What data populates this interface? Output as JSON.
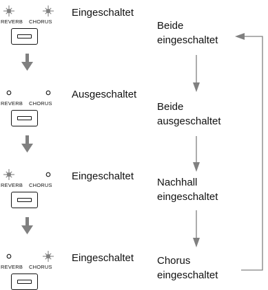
{
  "rows": [
    {
      "reverb_label": "REVERB",
      "chorus_label": "CHORUS",
      "reverb_state": "on",
      "chorus_state": "on",
      "status": "Eingeschaltet",
      "description": [
        "Beide",
        "eingeschaltet"
      ]
    },
    {
      "reverb_label": "REVERB",
      "chorus_label": "CHORUS",
      "reverb_state": "off",
      "chorus_state": "off",
      "status": "Ausgeschaltet",
      "description": [
        "Beide",
        "ausgeschaltet"
      ]
    },
    {
      "reverb_label": "REVERB",
      "chorus_label": "CHORUS",
      "reverb_state": "on",
      "chorus_state": "off",
      "status": "Eingeschaltet",
      "description": [
        "Nachhall",
        "eingeschaltet"
      ]
    },
    {
      "reverb_label": "REVERB",
      "chorus_label": "CHORUS",
      "reverb_state": "off",
      "chorus_state": "on",
      "status": "Eingeschaltet",
      "description": [
        "Chorus",
        "eingeschaltet"
      ]
    }
  ],
  "colors": {
    "arrow": "#808080",
    "led_on": "#808080",
    "text": "#111111"
  }
}
